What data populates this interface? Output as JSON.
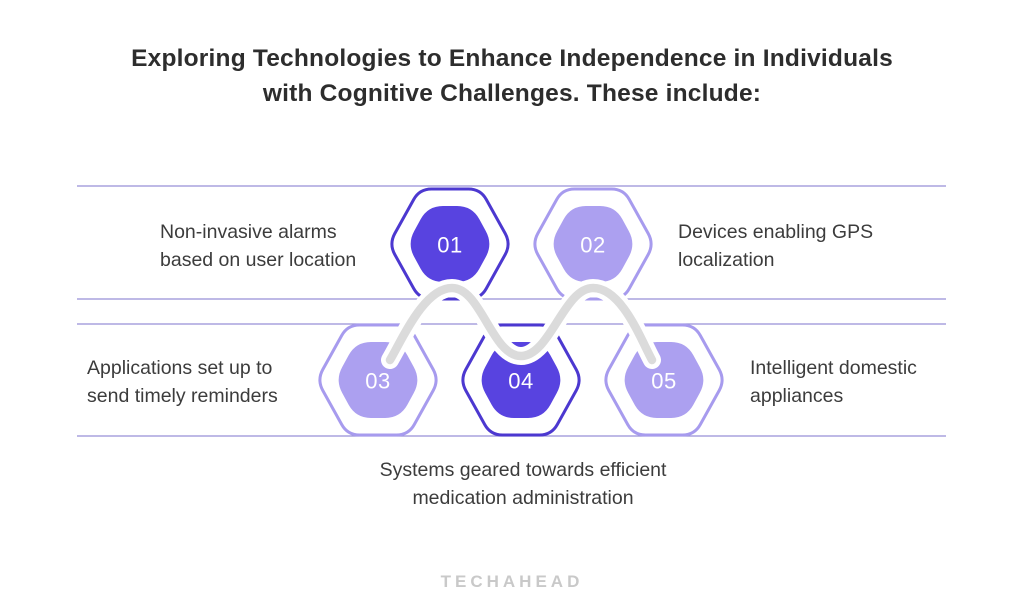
{
  "title": {
    "text": "Exploring Technologies to Enhance Independence in Individuals\nwith Cognitive Challenges. These include:"
  },
  "items": [
    {
      "number": "01",
      "variant": "dark",
      "label": "Non-invasive alarms\nbased on user location"
    },
    {
      "number": "02",
      "variant": "light",
      "label": "Devices enabling GPS\nlocalization"
    },
    {
      "number": "03",
      "variant": "light",
      "label": "Applications set up to\nsend timely reminders"
    },
    {
      "number": "04",
      "variant": "dark",
      "label": "Systems geared towards efficient\nmedication administration"
    },
    {
      "number": "05",
      "variant": "light",
      "label": "Intelligent domestic\nappliances"
    }
  ],
  "colors": {
    "dark_fill": "#5843E0",
    "dark_stroke": "#4C38D0",
    "light_fill": "#ACA0F0",
    "light_stroke": "#A79BEE",
    "divider_line": "#968FD6",
    "wave": "#DBDBDB",
    "wave_casing": "#FFFFFF",
    "number_text": "#FFFFFF",
    "title_text": "#2D2D2D",
    "body_text": "#3C3C3C",
    "logo_text": "#C9C9C9"
  },
  "footer": {
    "logo": "TECHAHEAD"
  }
}
